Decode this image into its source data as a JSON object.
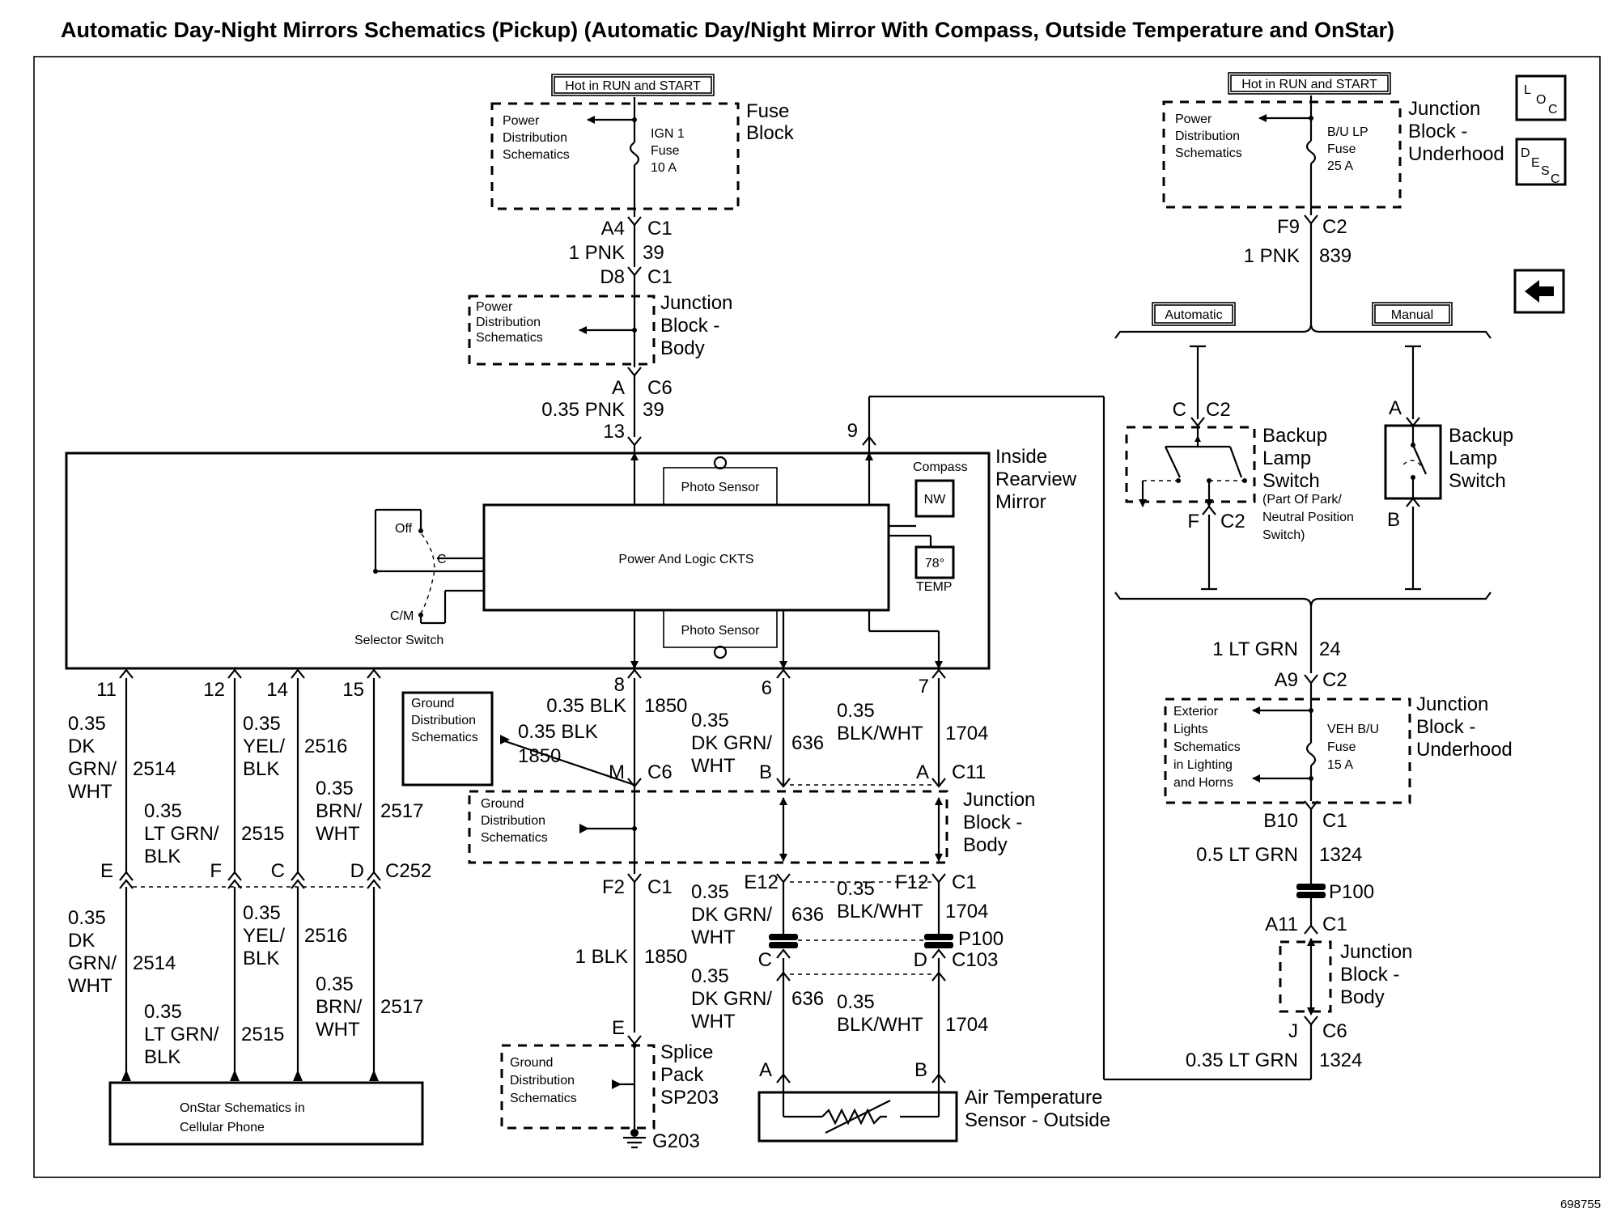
{
  "title": "Automatic Day-Night Mirrors Schematics (Pickup) (Automatic Day/Night Mirror With Compass, Outside Temperature and OnStar)",
  "ref_number": "698755",
  "nav_icons": {
    "loc": [
      "L",
      "O",
      "C"
    ],
    "desc": [
      "D",
      "E",
      "S",
      "C"
    ],
    "back_arrow": "left-arrow-icon"
  },
  "hot_label": "Hot in RUN and START",
  "pds": [
    "Power",
    "Distribution",
    "Schematics"
  ],
  "gds": [
    "Ground",
    "Distribution",
    "Schematics"
  ],
  "fuse_block": {
    "label": [
      "Fuse",
      "Block"
    ],
    "fuse": [
      "IGN 1",
      "Fuse",
      "10 A"
    ]
  },
  "jbu_top": {
    "label": [
      "Junction",
      "Block -",
      "Underhood"
    ],
    "fuse": [
      "B/U LP",
      "Fuse",
      "25 A"
    ]
  },
  "jbb_label": [
    "Junction",
    "Block -",
    "Body"
  ],
  "jbu_label": [
    "Junction",
    "Block -",
    "Underhood"
  ],
  "veh_fuse": [
    "VEH B/U",
    "Fuse",
    "15 A"
  ],
  "ext_lights": [
    "Exterior",
    "Lights",
    "Schematics",
    "in Lighting",
    "and Horns"
  ],
  "mirror": {
    "label": [
      "Inside",
      "Rearview",
      "Mirror"
    ],
    "photo_sensor": "Photo Sensor",
    "logic": "Power And Logic CKTS",
    "compass": "Compass",
    "nw": "NW",
    "temp_val": "78°",
    "temp": "TEMP",
    "off": "Off",
    "c": "C",
    "cm": "C/M",
    "selector": "Selector Switch"
  },
  "options": {
    "automatic": "Automatic",
    "manual": "Manual"
  },
  "backup_switch": {
    "label": [
      "Backup",
      "Lamp",
      "Switch"
    ],
    "note": [
      "(Part Of Park/",
      "Neutral Position",
      "Switch)"
    ]
  },
  "onstar": [
    "OnStar Schematics in",
    "Cellular Phone"
  ],
  "splice": [
    "Splice",
    "Pack",
    "SP203"
  ],
  "ground": "G203",
  "air_temp": [
    "Air Temperature",
    "Sensor - Outside"
  ],
  "labels": {
    "A4": "A4",
    "C1": "C1",
    "D8": "D8",
    "A": "A",
    "B": "B",
    "C": "C",
    "D": "D",
    "E": "E",
    "F": "F",
    "M": "M",
    "J": "J",
    "C2": "C2",
    "C6": "C6",
    "C11": "C11",
    "C103": "C103",
    "C252": "C252",
    "F9": "F9",
    "A9": "A9",
    "B10": "B10",
    "A11": "A11",
    "E12": "E12",
    "F12": "F12",
    "F2": "F2",
    "P100": "P100",
    "n8": "8",
    "n6": "6",
    "n7": "7",
    "n9": "9",
    "n11": "11",
    "n12": "12",
    "n13": "13",
    "n14": "14",
    "n15": "15",
    "pnk1": "1 PNK",
    "pnk035": "0.35 PNK",
    "c39": "39",
    "c839": "839",
    "blk035": "0.35 BLK",
    "blk1": "1 BLK",
    "c1850": "1850",
    "g035": "0.35",
    "dk": "DK",
    "grn": "GRN/",
    "wht": "WHT",
    "dkgrn": "DK GRN/",
    "yel": "YEL/",
    "blk": "BLK",
    "brn": "BRN/",
    "ltgrn": "LT GRN/",
    "blkwht": "BLK/WHT",
    "c636": "636",
    "c1704": "1704",
    "c2514": "2514",
    "c2515": "2515",
    "c2516": "2516",
    "c2517": "2517",
    "ltgrn1": "1 LT GRN",
    "c24": "24",
    "ltgrn05": "0.5 LT GRN",
    "ltgrn035": "0.35 LT GRN",
    "c1324": "1324"
  }
}
